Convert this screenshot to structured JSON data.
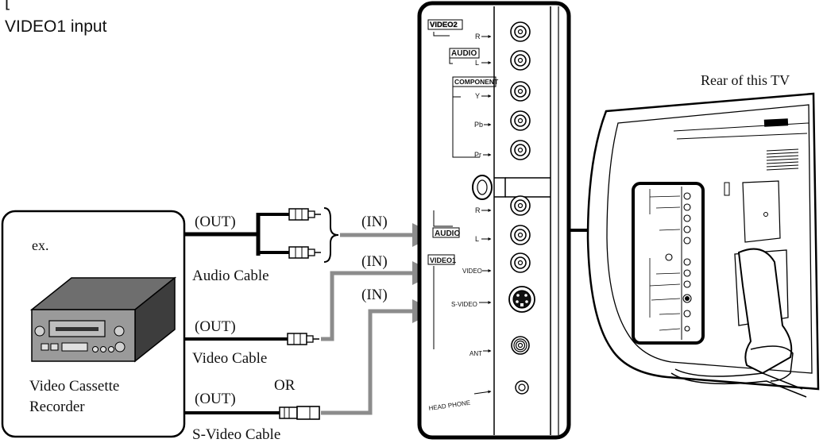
{
  "header": {
    "bracket": "[",
    "subtitle": "VIDEO1 input"
  },
  "rear_label": "Rear of this TV",
  "example_label": "ex.",
  "vcr": {
    "name_line1": "Video Cassette",
    "name_line2": "Recorder"
  },
  "or_label": "OR",
  "cables": [
    {
      "out_label": "(OUT)",
      "in_label": "(IN)",
      "cable_name": "Audio Cable"
    },
    {
      "out_label": "(OUT)",
      "in_label": "(IN)",
      "cable_name": "Video Cable"
    },
    {
      "out_label": "(OUT)",
      "in_label": "(IN)",
      "cable_name": "S-Video Cable"
    }
  ],
  "panel": {
    "video2": "VIDEO2",
    "audio": "AUDIO",
    "component": "COMPONENT",
    "r": "R",
    "l": "L",
    "y": "Y",
    "pb": "Pb",
    "pr": "Pr",
    "video1": "VIDEO1",
    "video": "VIDEO",
    "s_video": "S-VIDEO",
    "ant": "ANT",
    "headphone": "HEAD PHONE"
  },
  "colors": {
    "line": "#000000",
    "gray_cable": "#8c8c8c",
    "vcr_dark": "#555555"
  }
}
